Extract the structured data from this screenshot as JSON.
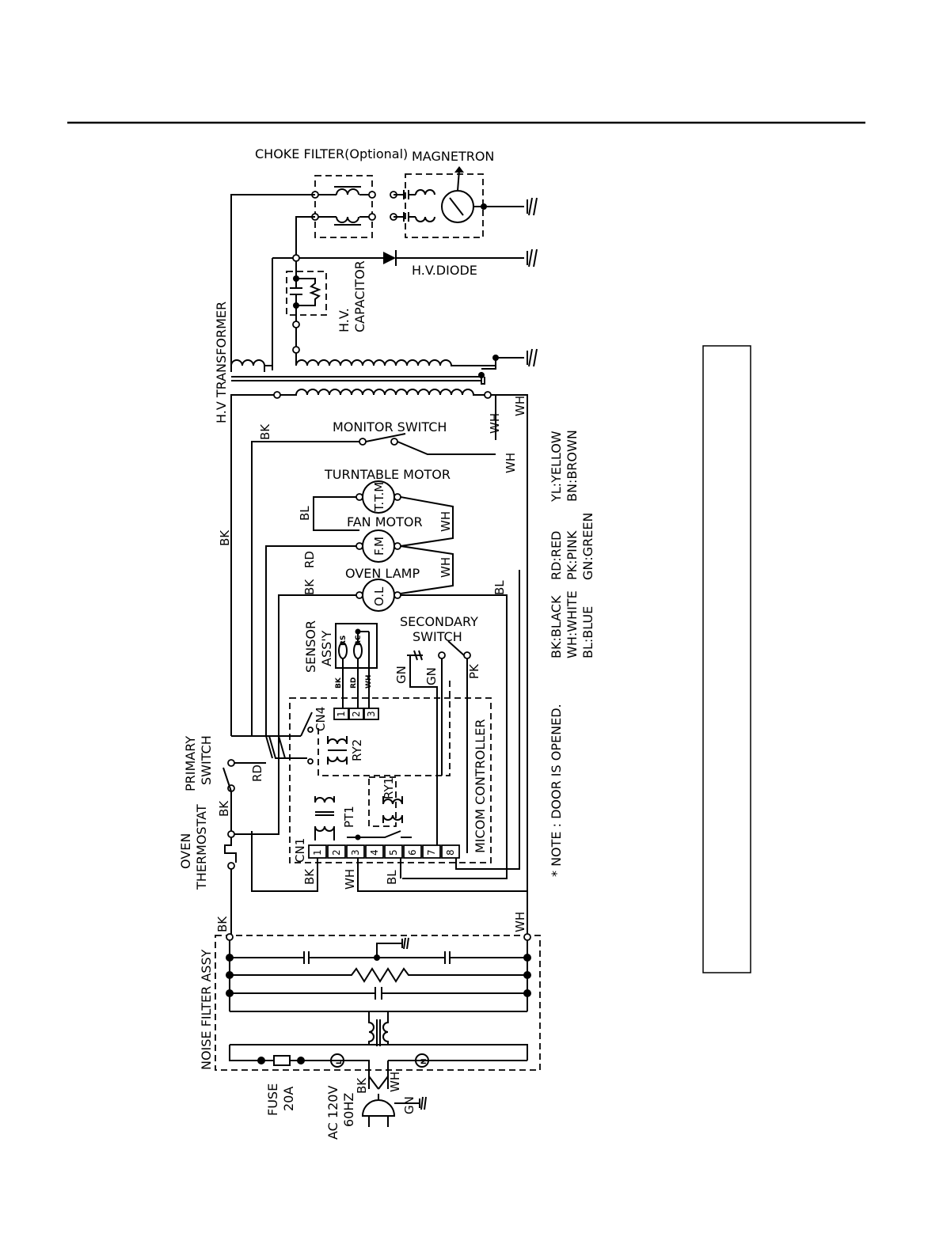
{
  "labels": {
    "choke_filter": "CHOKE FILTER(Optional)",
    "magnetron": "MAGNETRON",
    "hv_diode": "H.V.DIODE",
    "hv_capacitor_1": "H.V.",
    "hv_capacitor_2": "CAPACITOR",
    "hv_transformer": "H.V TRANSFORMER",
    "monitor_switch": "MONITOR SWITCH",
    "turntable_motor": "TURNTABLE MOTOR",
    "ttm": "T.T.M",
    "fan_motor": "FAN MOTOR",
    "fm": "F.M",
    "oven_lamp": "OVEN LAMP",
    "ol": "O.L",
    "secondary_switch_1": "SECONDARY",
    "secondary_switch_2": "SWITCH",
    "sensor_assy_1": "SENSOR",
    "sensor_assy_2": "ASS'Y",
    "rs": "RS",
    "rc": "RC",
    "cn4": "CN4",
    "ry2": "RY2",
    "ry1": "RY1",
    "pt1": "PT1",
    "cn1": "CN1",
    "micom_controller": "MICOM CONTROLLER",
    "primary_switch_1": "PRIMARY",
    "primary_switch_2": "SWITCH",
    "oven_thermostat_1": "OVEN",
    "oven_thermostat_2": "THERMOSTAT",
    "noise_filter_assy": "NOISE FILTER ASSY",
    "fuse_1": "FUSE",
    "fuse_2": "20A",
    "ac_1": "AC 120V",
    "ac_2": "60HZ",
    "l": "L",
    "n": "N",
    "note": "* NOTE : DOOR IS OPENED."
  },
  "wire_colors": {
    "bk": "BK",
    "wh": "WH",
    "rd": "RD",
    "bl": "BL",
    "gn": "GN",
    "pk": "PK"
  },
  "cn4_pins": [
    "1",
    "2",
    "3"
  ],
  "cn1_pins": [
    "1",
    "2",
    "3",
    "4",
    "5",
    "6",
    "7",
    "8"
  ],
  "legend": [
    [
      "BK:BLACK",
      "WH:WHITE",
      "BL:BLUE"
    ],
    [
      "RD:RED",
      "PK:PINK",
      "GN:GREEN"
    ],
    [
      "YL:YELLOW",
      "BN:BROWN"
    ]
  ]
}
